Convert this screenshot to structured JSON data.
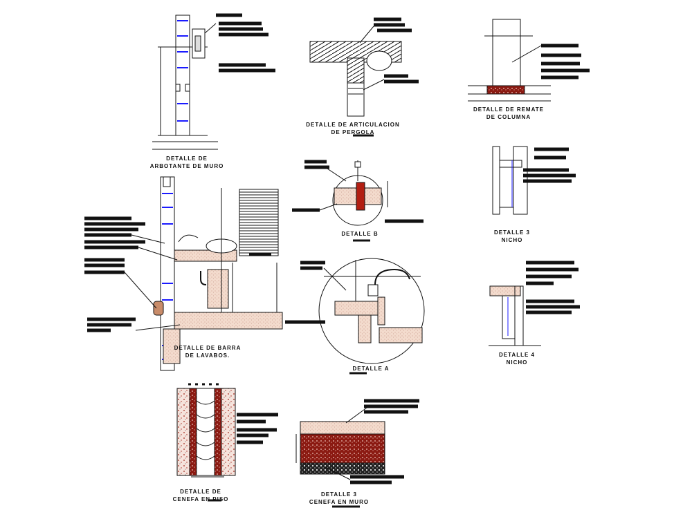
{
  "details": [
    {
      "id": "arbotante",
      "line1": "DETALLE DE",
      "line2": "ARBOTANTE DE MURO"
    },
    {
      "id": "pergola",
      "line1": "DETALLE DE ARTICULACION",
      "line2": "DE PERGOLA"
    },
    {
      "id": "columna",
      "line1": "DETALLE DE REMATE",
      "line2": "DE COLUMNA"
    },
    {
      "id": "detalle-b",
      "line1": "DETALLE B",
      "line2": ""
    },
    {
      "id": "nicho3",
      "line1": "DETALLE 3",
      "line2": "NICHO"
    },
    {
      "id": "lavabos",
      "line1": "DETALLE DE BARRA",
      "line2": "DE LAVABOS."
    },
    {
      "id": "detalle-a",
      "line1": "DETALLE A",
      "line2": ""
    },
    {
      "id": "nicho4",
      "line1": "DETALLE 4",
      "line2": "NICHO"
    },
    {
      "id": "cenefa-piso",
      "line1": "DETALLE DE",
      "line2": "CENEFA EN PISO"
    },
    {
      "id": "cenefa-muro",
      "line1": "DETALLE 3",
      "line2": "CENEFA EN MURO"
    }
  ],
  "colors": {
    "line": "#111111",
    "section_fill": "#f4d9d2",
    "dark_red": "#8b1a12",
    "accent_blue": "#1a1aff"
  }
}
